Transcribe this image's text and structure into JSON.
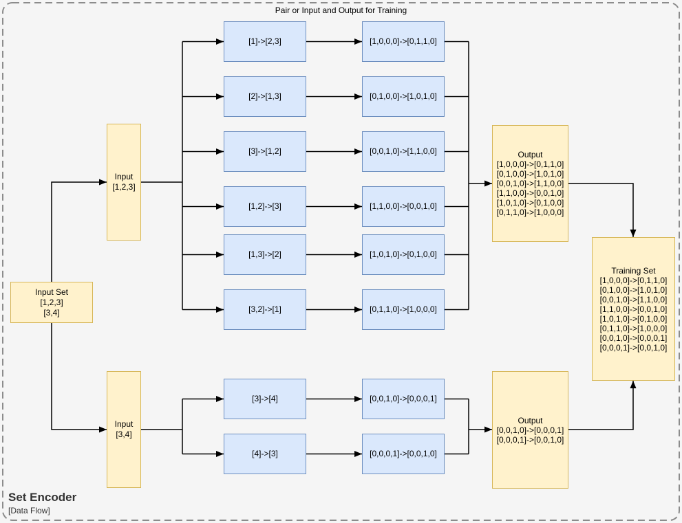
{
  "title": "Pair or Input and Output for Training",
  "footer": {
    "title": "Set Encoder",
    "subtitle": "[Data Flow]"
  },
  "colors": {
    "canvas_bg": "#F5F5F5",
    "yellow_fill": "#FFF2CC",
    "yellow_border": "#D6B656",
    "blue_fill": "#DAE8FC",
    "blue_border": "#6C8EBF",
    "arrow": "#000000",
    "border_dash": "#8C8C8C"
  },
  "nodes": {
    "input_set": {
      "lines": [
        "Input Set",
        "[1,2,3]",
        "[3,4]"
      ]
    },
    "input_123": {
      "lines": [
        "Input",
        "[1,2,3]"
      ]
    },
    "input_34": {
      "lines": [
        "Input",
        "[3,4]"
      ]
    },
    "pairs_123": [
      "[1]->[2,3]",
      "[2]->[1,3]",
      "[3]->[1,2]",
      "[1,2]->[3]",
      "[1,3]->[2]",
      "[3,2]->[1]"
    ],
    "onehot_123": [
      "[1,0,0,0]->[0,1,1,0]",
      "[0,1,0,0]->[1,0,1,0]",
      "[0,0,1,0]->[1,1,0,0]",
      "[1,1,0,0]->[0,0,1,0]",
      "[1,0,1,0]->[0,1,0,0]",
      "[0,1,1,0]->[1,0,0,0]"
    ],
    "output_123": {
      "title": "Output",
      "lines": [
        "[1,0,0,0]->[0,1,1,0]",
        "[0,1,0,0]->[1,0,1,0]",
        "[0,0,1,0]->[1,1,0,0]",
        "[1,1,0,0]->[0,0,1,0]",
        "[1,0,1,0]->[0,1,0,0]",
        "[0,1,1,0]->[1,0,0,0]"
      ]
    },
    "pairs_34": [
      "[3]->[4]",
      "[4]->[3]"
    ],
    "onehot_34": [
      "[0,0,1,0]->[0,0,0,1]",
      "[0,0,0,1]->[0,0,1,0]"
    ],
    "output_34": {
      "title": "Output",
      "lines": [
        "[0,0,1,0]->[0,0,0,1]",
        "[0,0,0,1]->[0,0,1,0]"
      ]
    },
    "training_set": {
      "title": "Training Set",
      "lines": [
        "[1,0,0,0]->[0,1,1,0]",
        "[0,1,0,0]->[1,0,1,0]",
        "[0,0,1,0]->[1,1,0,0]",
        "[1,1,0,0]->[0,0,1,0]",
        "[1,0,1,0]->[0,1,0,0]",
        "[0,1,1,0]->[1,0,0,0]",
        "[0,0,1,0]->[0,0,0,1]",
        "[0,0,0,1]->[0,0,1,0]"
      ]
    }
  }
}
